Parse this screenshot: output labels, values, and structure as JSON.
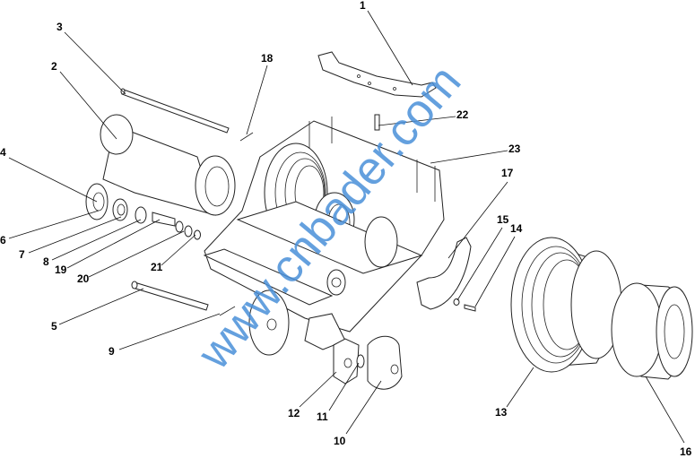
{
  "diagram": {
    "watermark": "www.cnbader.com",
    "callouts": [
      {
        "label": "1"
      },
      {
        "label": "2"
      },
      {
        "label": "3"
      },
      {
        "label": "4"
      },
      {
        "label": "5"
      },
      {
        "label": "6"
      },
      {
        "label": "7"
      },
      {
        "label": "8"
      },
      {
        "label": "19"
      },
      {
        "label": "20"
      },
      {
        "label": "21"
      },
      {
        "label": "9"
      },
      {
        "label": "10"
      },
      {
        "label": "11"
      },
      {
        "label": "12"
      },
      {
        "label": "13"
      },
      {
        "label": "14"
      },
      {
        "label": "15"
      },
      {
        "label": "16"
      },
      {
        "label": "17"
      },
      {
        "label": "18"
      },
      {
        "label": "22"
      },
      {
        "label": "23"
      }
    ]
  }
}
